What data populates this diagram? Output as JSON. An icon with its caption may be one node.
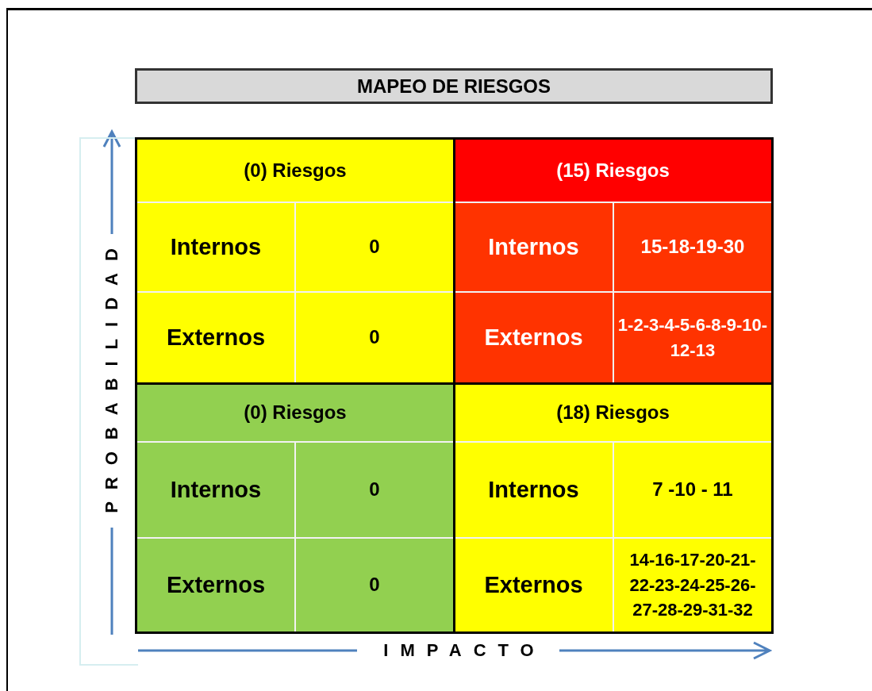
{
  "diagram": {
    "title": "MAPEO DE RIESGOS",
    "labels": [
      "(0) Riesgos",
      "(15) Riesgos",
      "Internos",
      "0",
      "Internos",
      "15-18-19-30",
      "Externos",
      "0",
      "Externos",
      "1-2-3-4-5-6-8-9-10-12-13",
      "(0) Riesgos",
      "(18) Riesgos",
      "Internos",
      "0",
      "Internos",
      "7 -10 - 11",
      "Externos",
      "0",
      "Externos",
      "14-16-17-20-21-22-23-24-25-26-27-28-29-31-32",
      "PROBABILIDAD",
      "IMPACTO"
    ]
  }
}
